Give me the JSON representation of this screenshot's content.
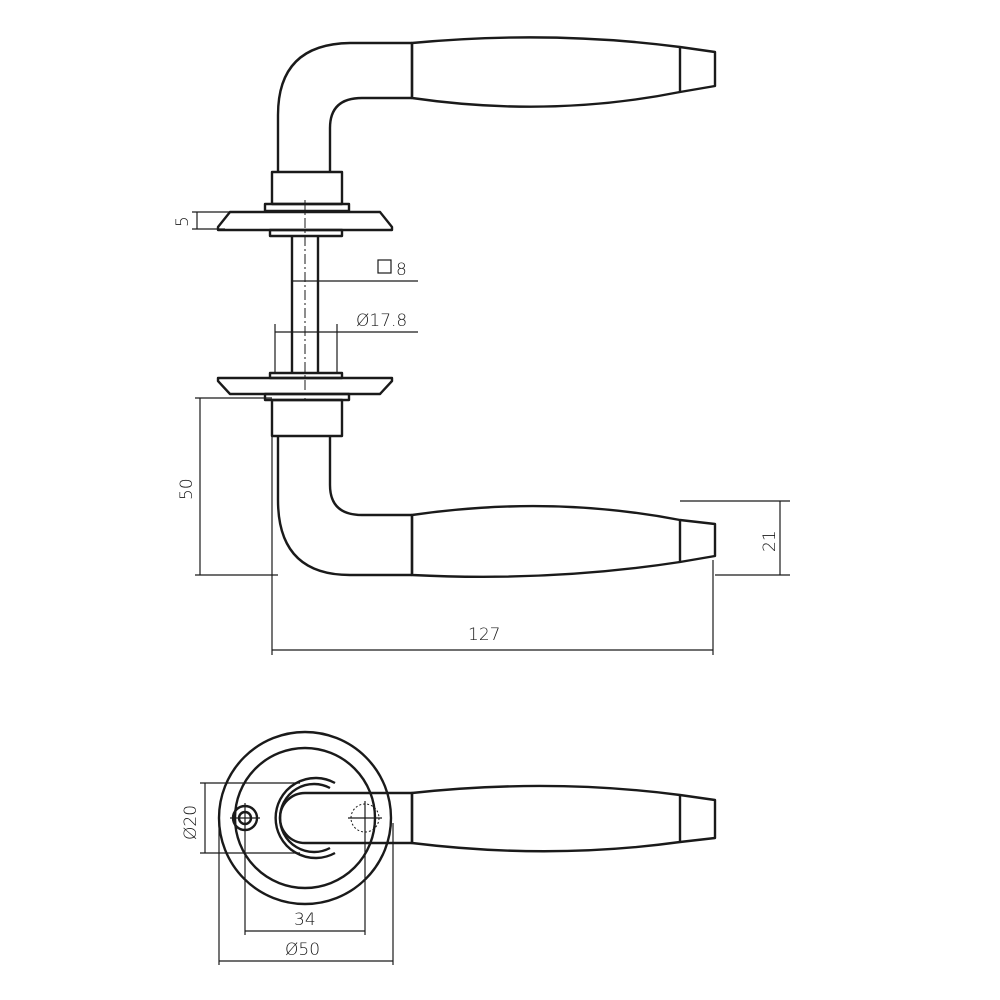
{
  "dimensions": {
    "rose_thickness": "5",
    "spindle_square": "8",
    "collar_diameter": "Ø17.8",
    "height_to_grip": "50",
    "grip_height": "21",
    "projection_length": "127",
    "neck_diameter": "Ø20",
    "screw_spacing": "34",
    "rose_diameter": "Ø50"
  },
  "colors": {
    "line": "#1a1a1a",
    "background": "#ffffff"
  }
}
